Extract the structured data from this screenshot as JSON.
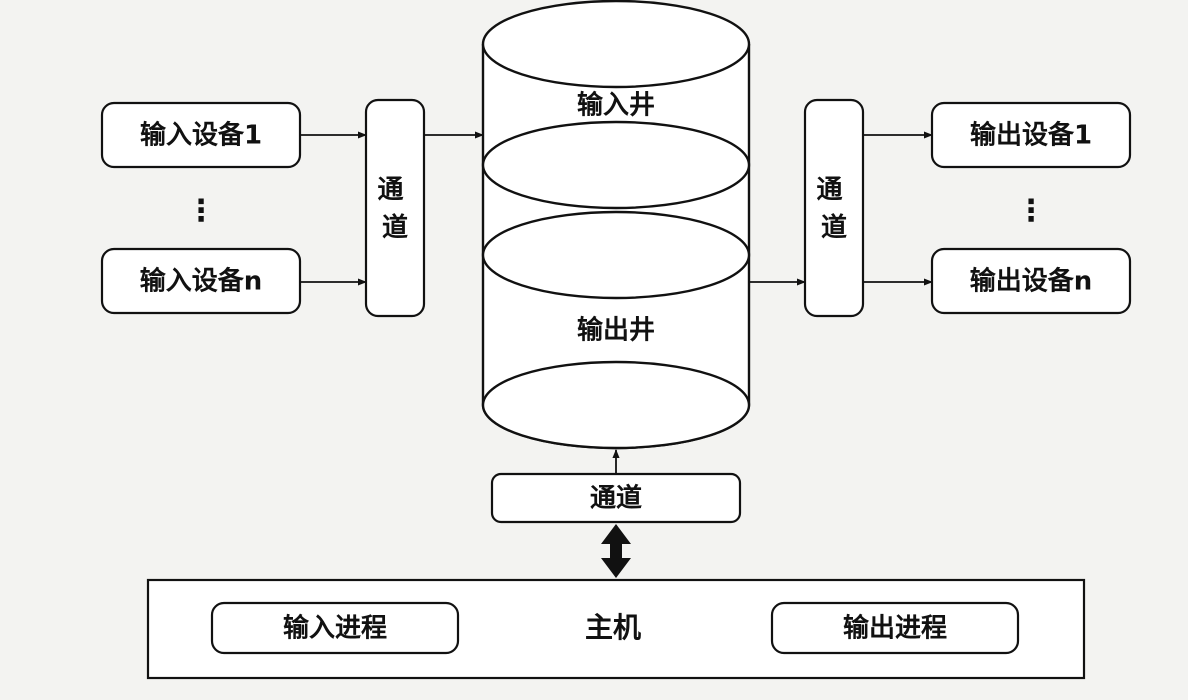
{
  "input_devices": [
    "输入设备1",
    "输入设备n"
  ],
  "output_devices": [
    "输出设备1",
    "输出设备n"
  ],
  "ellipsis": "⋮",
  "left_channel": "通道",
  "right_channel": "通道",
  "bottom_channel": "通道",
  "input_well": "输入井",
  "output_well": "输出井",
  "host": {
    "label": "主机",
    "input_process": "输入进程",
    "output_process": "输出进程"
  },
  "colors": {
    "stroke": "#111111",
    "box_fill": "#ffffff",
    "background": "#f3f3f1"
  }
}
